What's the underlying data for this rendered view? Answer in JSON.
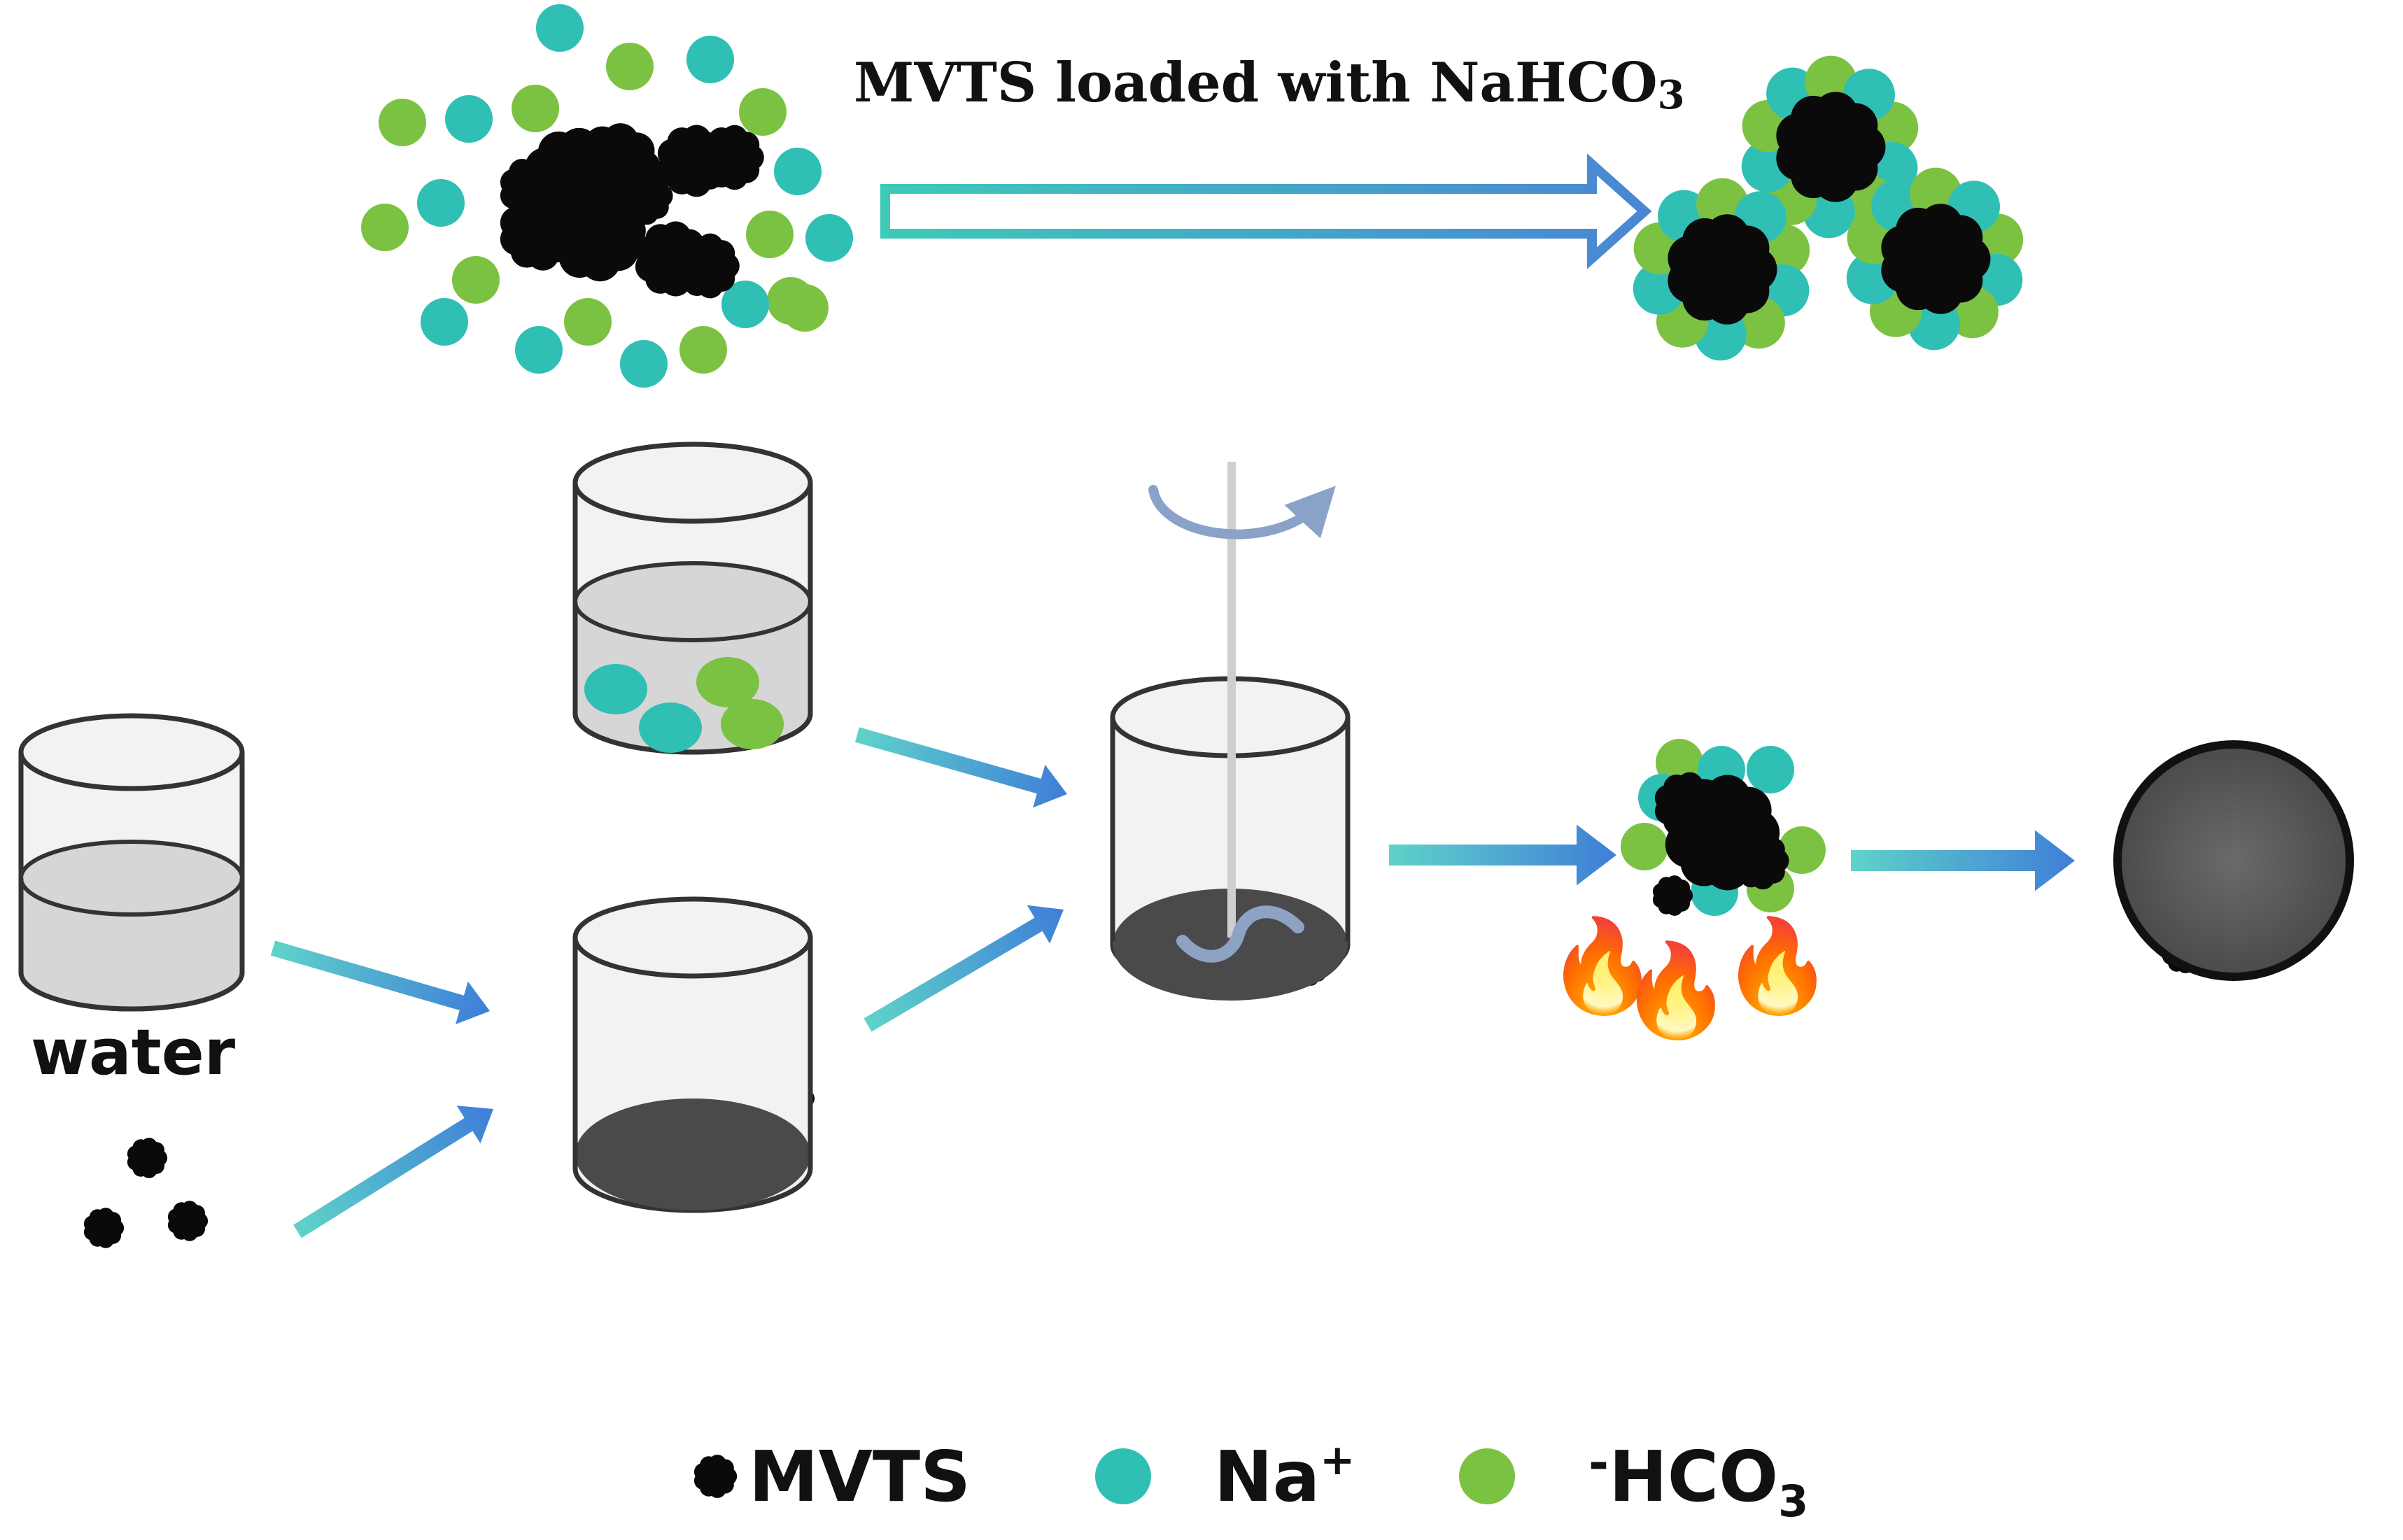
{
  "title": {
    "text": "MVTS loaded with NaHCO",
    "sub": "3"
  },
  "water_label": "water",
  "legend": {
    "mvts": "MVTS",
    "na": "Na",
    "na_sup": "+",
    "hco3_pre": "-",
    "hco3": "HCO",
    "hco3_sub": "3"
  },
  "flame_glyph": "🔥",
  "colors": {
    "mvts": "#0a0a0a",
    "na": "#2fbfb5",
    "hco3": "#7cc242",
    "arrow_start": "#5fd3c9",
    "arrow_end": "#3f7ed8",
    "beaker_fill": "#f0f0f0",
    "beaker_stroke": "#333333",
    "liquid": "#d4d4d4",
    "sediment": "#4a4a4a",
    "stirrer_arrow": "#7f9bc4",
    "product_disc": "#5a5a5a"
  }
}
